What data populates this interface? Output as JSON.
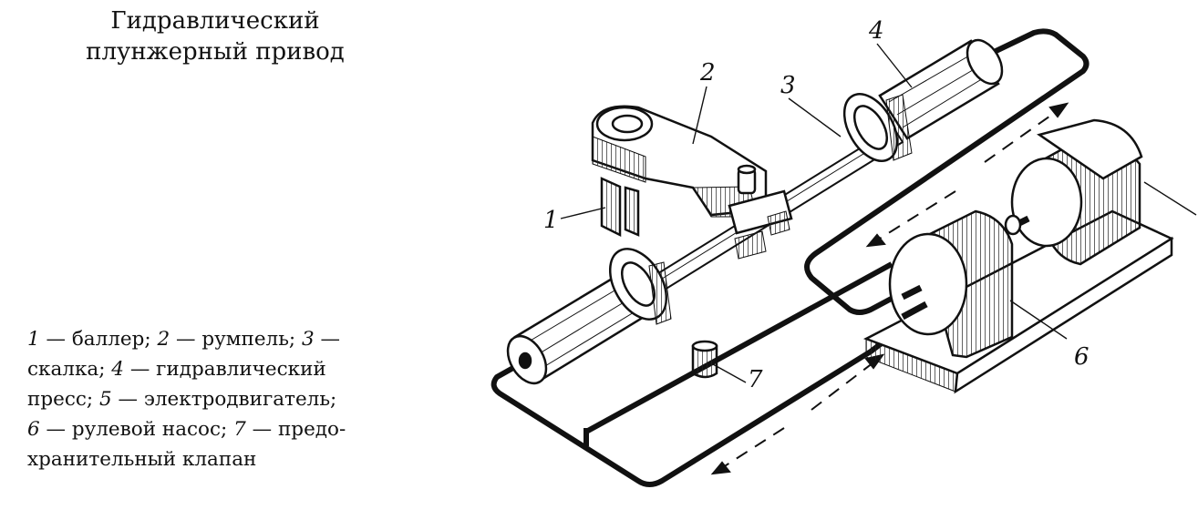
{
  "title": {
    "line1": "Гидравлический",
    "line2": "плунжерный привод"
  },
  "legend": [
    {
      "num": "1",
      "text": " — баллер; ",
      "break": false
    },
    {
      "num": "2",
      "text": " — румпель; ",
      "break": false
    },
    {
      "num": "3",
      "text": " —",
      "break": true
    },
    {
      "num": "",
      "text": "скалка; ",
      "break": false
    },
    {
      "num": "4",
      "text": " — гидравлический",
      "break": true
    },
    {
      "num": "",
      "text": "пресс; ",
      "break": false
    },
    {
      "num": "5",
      "text": " — электродвигатель;",
      "break": true
    },
    {
      "num": "6",
      "text": " — рулевой насос; ",
      "break": false
    },
    {
      "num": "7",
      "text": " — предо-",
      "break": true
    },
    {
      "num": "",
      "text": "хранительный клапан",
      "break": false
    }
  ],
  "figure_labels": {
    "baller": "1",
    "tiller": "2",
    "ram": "3",
    "press": "4",
    "pump": "6",
    "valve": "7"
  }
}
